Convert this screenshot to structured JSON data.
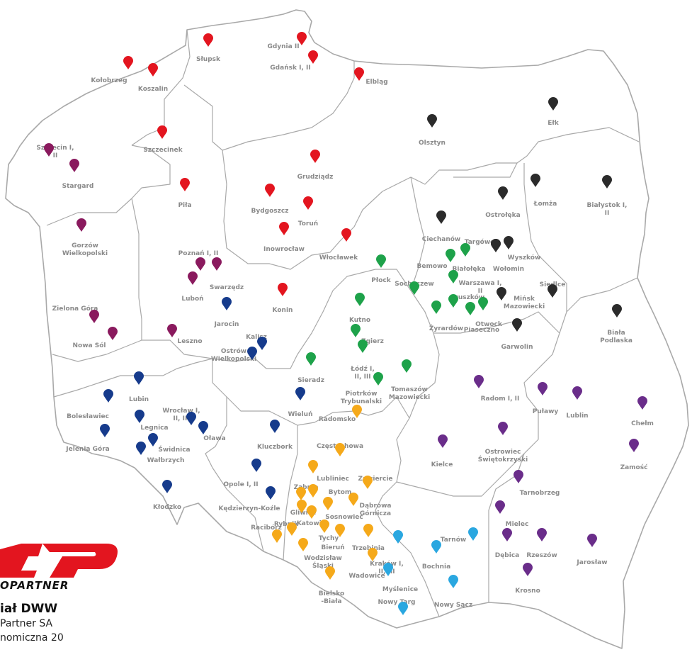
{
  "colors": {
    "red": "#e3151f",
    "purple": "#8a1a5e",
    "navy": "#163b8c",
    "green": "#1ea24a",
    "black": "#2b2b2b",
    "orange": "#f5a91a",
    "violet": "#6a2d8a",
    "lightblue": "#2aa7e0",
    "border": "#a9a9a9",
    "label": "#8a8a8a",
    "logo": "#e3151f"
  },
  "logo": {
    "brand_text": "OPARTNER",
    "icon": "autopartner-logo-icon"
  },
  "company": {
    "department": "iał DWW",
    "name_line": "Partner SA",
    "address_line": "nomiczna 20"
  },
  "locations": [
    {
      "label": "Słupsk",
      "color": "red"
    },
    {
      "label": "Gdynia II",
      "color": "red"
    },
    {
      "label": "Gdańsk I, II",
      "color": "red"
    },
    {
      "label": "Kołobrzeg",
      "color": "red"
    },
    {
      "label": "Koszalin",
      "color": "red"
    },
    {
      "label": "Elbląg",
      "color": "red"
    },
    {
      "label": "Szczecinek",
      "color": "red"
    },
    {
      "label": "Piła",
      "color": "red"
    },
    {
      "label": "Grudziądz",
      "color": "red"
    },
    {
      "label": "Bydgoszcz",
      "color": "red"
    },
    {
      "label": "Toruń",
      "color": "red"
    },
    {
      "label": "Inowrocław",
      "color": "red"
    },
    {
      "label": "Włocławek",
      "color": "red"
    },
    {
      "label": "Konin",
      "color": "red"
    },
    {
      "label": "Szczecin I, II",
      "color": "purple"
    },
    {
      "label": "Stargard",
      "color": "purple"
    },
    {
      "label": "Gorzów Wielkopolski",
      "color": "purple"
    },
    {
      "label": "Poznań I, II",
      "color": "purple"
    },
    {
      "label": "Swarzędz",
      "color": "purple"
    },
    {
      "label": "Luboń",
      "color": "purple"
    },
    {
      "label": "Zielona Góra",
      "color": "purple"
    },
    {
      "label": "Nowa Sól",
      "color": "purple"
    },
    {
      "label": "Leszno",
      "color": "purple"
    },
    {
      "label": "Jarocin",
      "color": "navy"
    },
    {
      "label": "Kalisz",
      "color": "navy"
    },
    {
      "label": "Ostrów Wielkopolski",
      "color": "navy"
    },
    {
      "label": "Lubin",
      "color": "navy"
    },
    {
      "label": "Bolesławiec",
      "color": "navy"
    },
    {
      "label": "Legnica",
      "color": "navy"
    },
    {
      "label": "Wrocław I, II, III",
      "color": "navy"
    },
    {
      "label": "Oława",
      "color": "navy"
    },
    {
      "label": "Jelenia Góra",
      "color": "navy"
    },
    {
      "label": "Świdnica",
      "color": "navy"
    },
    {
      "label": "Wałbrzych",
      "color": "navy"
    },
    {
      "label": "Wieluń",
      "color": "navy"
    },
    {
      "label": "Kluczbork",
      "color": "navy"
    },
    {
      "label": "Opole I, II",
      "color": "navy"
    },
    {
      "label": "Kłodzko",
      "color": "navy"
    },
    {
      "label": "Kędzierzyn-Koźle",
      "color": "navy"
    },
    {
      "label": "Olsztyn",
      "color": "black"
    },
    {
      "label": "Ełk",
      "color": "black"
    },
    {
      "label": "Łomża",
      "color": "black"
    },
    {
      "label": "Ostrołęka",
      "color": "black"
    },
    {
      "label": "Białystok I, II",
      "color": "black"
    },
    {
      "label": "Ciechanów",
      "color": "black"
    },
    {
      "label": "Targówek",
      "color": "black"
    },
    {
      "label": "Wyszków",
      "color": "black"
    },
    {
      "label": "Wołomin",
      "color": "black"
    },
    {
      "label": "Mińsk Mazowiecki",
      "color": "black"
    },
    {
      "label": "Siedlce",
      "color": "black"
    },
    {
      "label": "Garwolin",
      "color": "black"
    },
    {
      "label": "Biała Podlaska",
      "color": "black"
    },
    {
      "label": "Płock",
      "color": "green"
    },
    {
      "label": "Bemowo",
      "color": "green"
    },
    {
      "label": "Białołęka",
      "color": "green"
    },
    {
      "label": "Warszawa I, II",
      "color": "green"
    },
    {
      "label": "Sochaczew",
      "color": "green"
    },
    {
      "label": "Pruszków",
      "color": "green"
    },
    {
      "label": "Żyrardów",
      "color": "green"
    },
    {
      "label": "Otwock",
      "color": "green"
    },
    {
      "label": "Piaseczno",
      "color": "green"
    },
    {
      "label": "Kutno",
      "color": "green"
    },
    {
      "label": "Zgierz",
      "color": "green"
    },
    {
      "label": "Łódź I, II, III",
      "color": "green"
    },
    {
      "label": "Sieradz",
      "color": "green"
    },
    {
      "label": "Tomaszów Mazowiecki",
      "color": "green"
    },
    {
      "label": "Piotrków Trybunalski",
      "color": "green"
    },
    {
      "label": "Radomsko",
      "color": "orange"
    },
    {
      "label": "Częstochowa",
      "color": "orange"
    },
    {
      "label": "Lubliniec",
      "color": "orange"
    },
    {
      "label": "Zawiercie",
      "color": "orange"
    },
    {
      "label": "Zabrze",
      "color": "orange"
    },
    {
      "label": "Bytom",
      "color": "orange"
    },
    {
      "label": "Dąbrowa Górnicza",
      "color": "orange"
    },
    {
      "label": "Gliwice",
      "color": "orange"
    },
    {
      "label": "Katowice",
      "color": "orange"
    },
    {
      "label": "Sosnowiec",
      "color": "orange"
    },
    {
      "label": "Rybnik",
      "color": "orange"
    },
    {
      "label": "Racibórz",
      "color": "orange"
    },
    {
      "label": "Tychy",
      "color": "orange"
    },
    {
      "label": "Bieruń",
      "color": "orange"
    },
    {
      "label": "Trzebinia",
      "color": "orange"
    },
    {
      "label": "Wodzisław Śląski",
      "color": "orange"
    },
    {
      "label": "Wadowice",
      "color": "orange"
    },
    {
      "label": "Bielsko -Biała",
      "color": "orange"
    },
    {
      "label": "Kraków I, II, III",
      "color": "lightblue"
    },
    {
      "label": "Bochnia",
      "color": "lightblue"
    },
    {
      "label": "Tarnów",
      "color": "lightblue"
    },
    {
      "label": "Myślenice",
      "color": "lightblue"
    },
    {
      "label": "Nowy Targ",
      "color": "lightblue"
    },
    {
      "label": "Nowy Sącz",
      "color": "lightblue"
    },
    {
      "label": "Radom I, II",
      "color": "violet"
    },
    {
      "label": "Puławy",
      "color": "violet"
    },
    {
      "label": "Lublin",
      "color": "violet"
    },
    {
      "label": "Chełm",
      "color": "violet"
    },
    {
      "label": "Kielce",
      "color": "violet"
    },
    {
      "label": "Ostrowiec Świętokrzyski",
      "color": "violet"
    },
    {
      "label": "Zamość",
      "color": "violet"
    },
    {
      "label": "Tarnobrzeg",
      "color": "violet"
    },
    {
      "label": "Mielec",
      "color": "violet"
    },
    {
      "label": "Dębica",
      "color": "violet"
    },
    {
      "label": "Rzeszów",
      "color": "violet"
    },
    {
      "label": "Jarosław",
      "color": "violet"
    },
    {
      "label": "Krosno",
      "color": "violet"
    }
  ]
}
